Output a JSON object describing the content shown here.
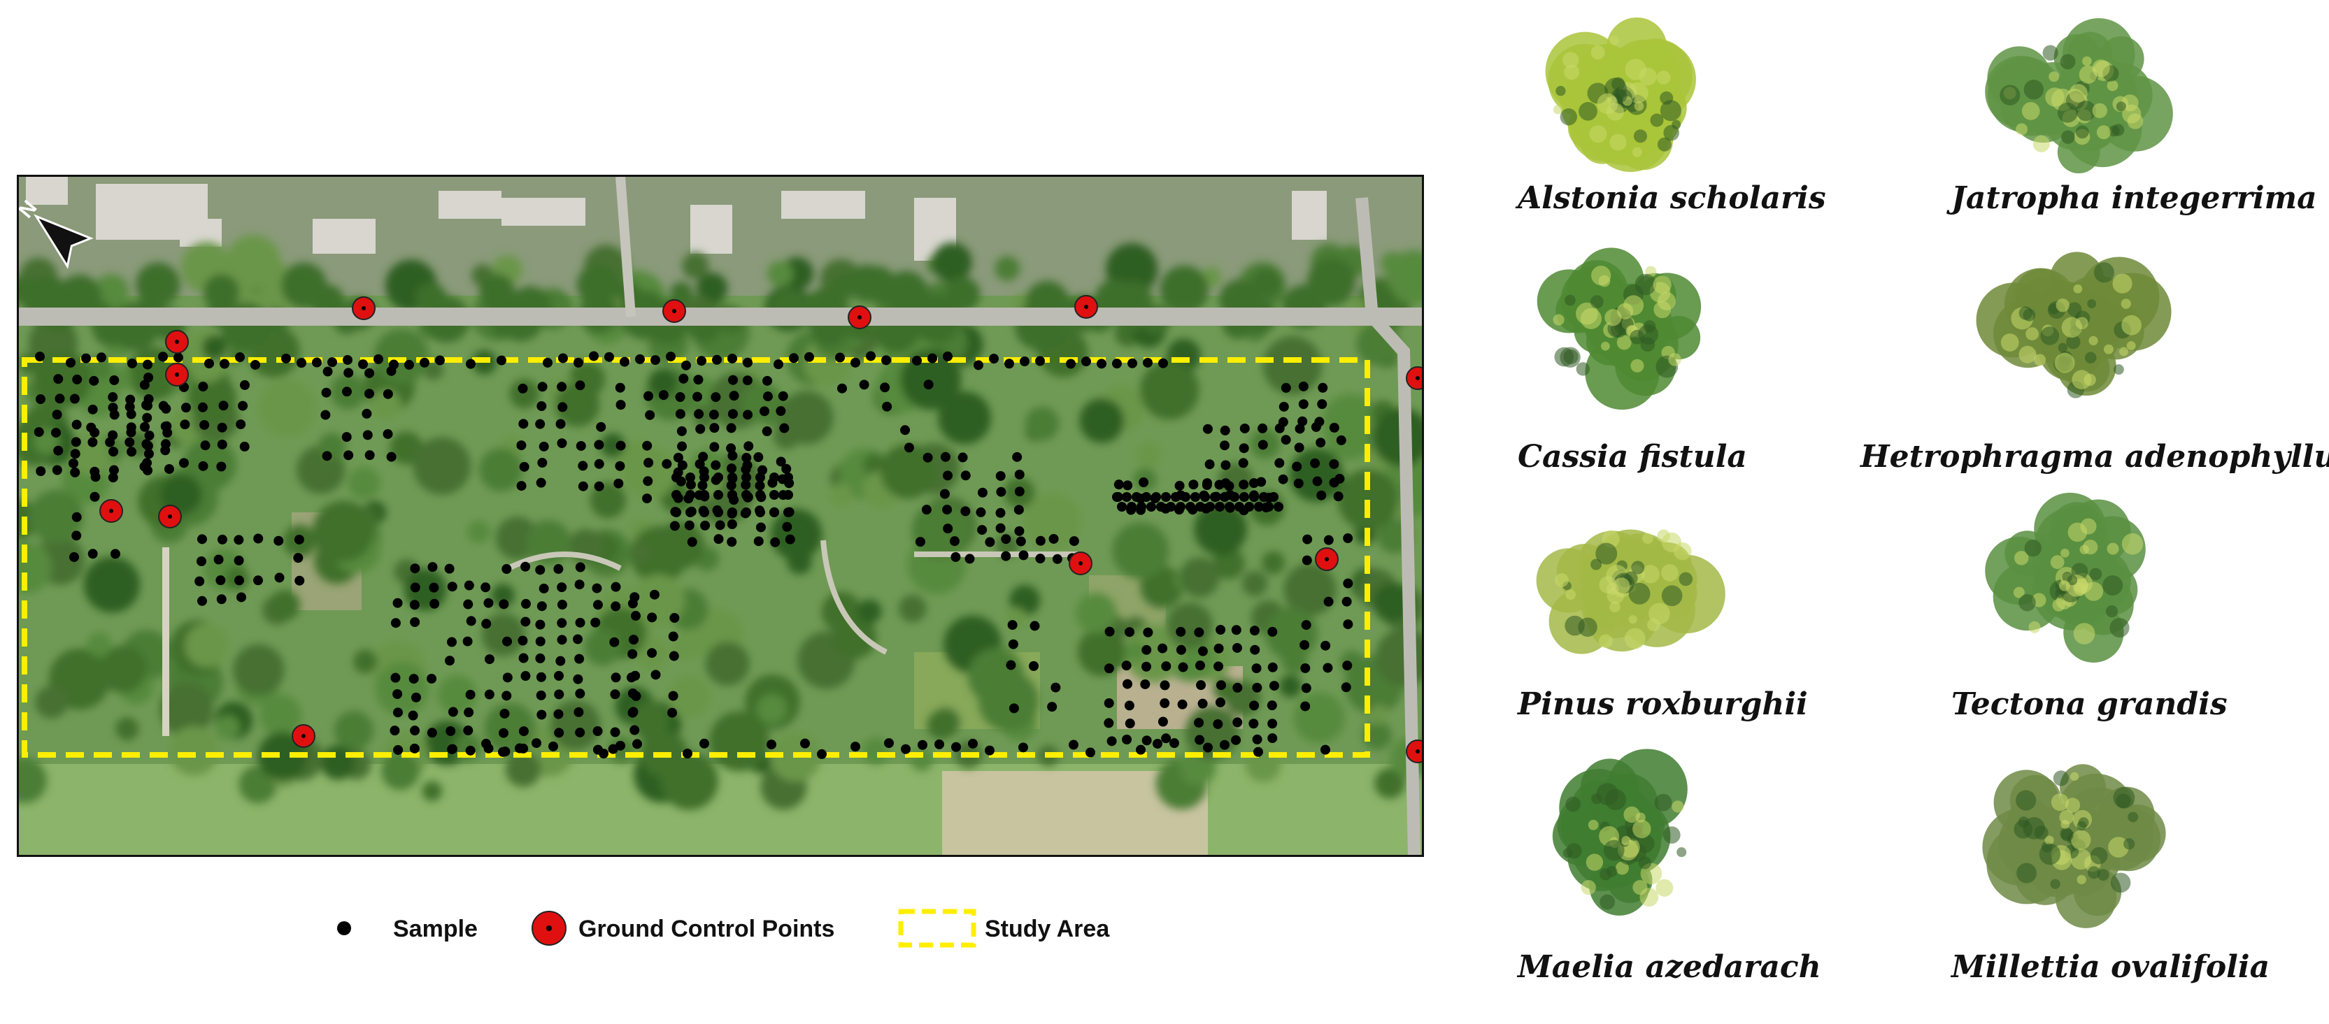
{
  "map": {
    "north_arrow_label": "N",
    "layers": [
      "Sample",
      "Ground Control Points",
      "Study Area"
    ]
  },
  "legend": {
    "sample_label": "Sample",
    "gcp_label": "Ground Control Points",
    "study_area_label": "Study Area"
  },
  "colors": {
    "sample": "#000000",
    "gcp_fill": "#e01010",
    "study_area_border": "#ffee00",
    "map_vegetation": "#5f8f45",
    "road": "#b9b8b0"
  },
  "species": [
    {
      "name": "Alstonia scholaris",
      "icon": "tree-crown-icon",
      "tint": "#a9c43a"
    },
    {
      "name": "Jatropha integerrima",
      "icon": "tree-crown-icon",
      "tint": "#5f9444"
    },
    {
      "name": "Cassia fistula",
      "icon": "tree-crown-icon",
      "tint": "#4f8a33"
    },
    {
      "name": "Hetrophragma adenophyllum",
      "icon": "tree-crown-icon",
      "tint": "#6f8a38"
    },
    {
      "name": "Pinus roxburghii",
      "icon": "tree-crown-icon",
      "tint": "#a3b946"
    },
    {
      "name": "Tectona grandis",
      "icon": "tree-crown-icon",
      "tint": "#598f41"
    },
    {
      "name": "Maelia azedarach",
      "icon": "tree-crown-icon",
      "tint": "#3f7d30"
    },
    {
      "name": "Millettia ovalifolia",
      "icon": "tree-crown-icon",
      "tint": "#6e8a45"
    }
  ]
}
